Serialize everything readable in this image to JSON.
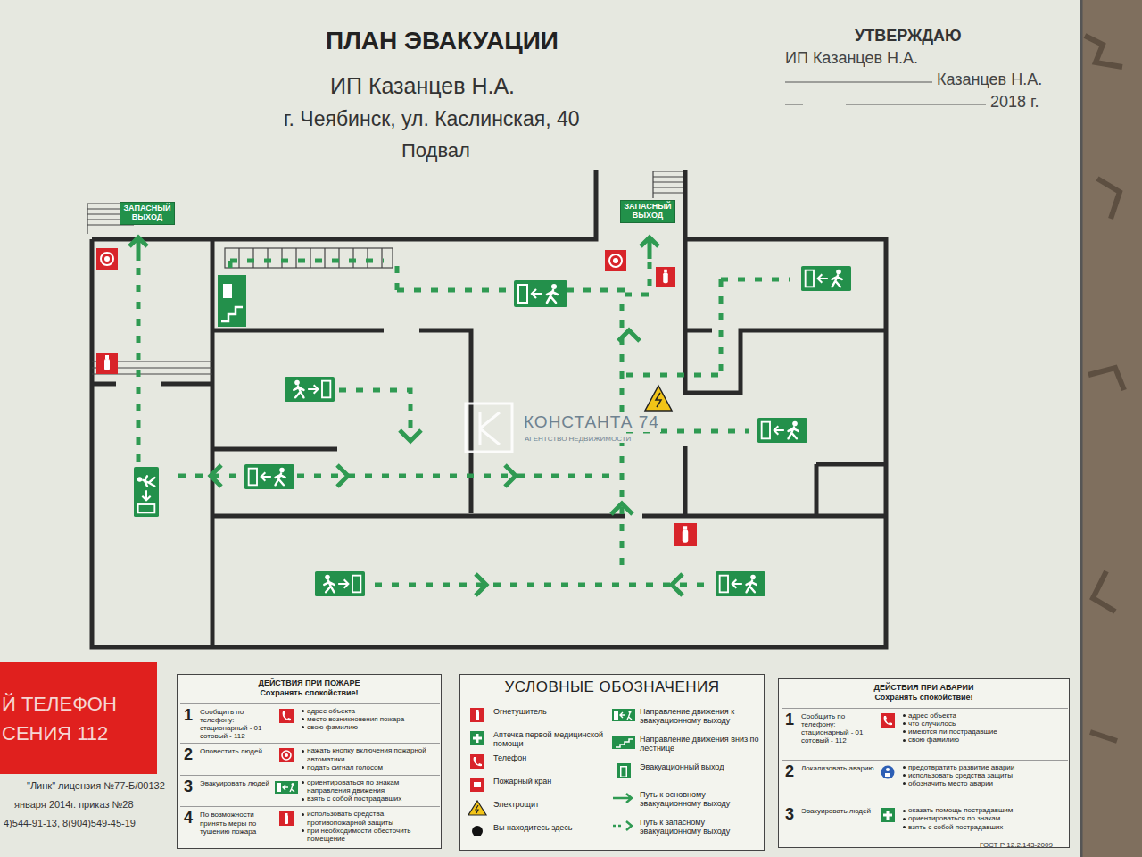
{
  "diagram": {
    "title": "ПЛАН ЭВАКУАЦИИ",
    "nodes": [
      {
        "text": [
          "ЗАПАСНЫЙ ВЫХОД"
        ]
      },
      {
        "text": [
          "ЗАПАСНЫЙ ВЫХОД"
        ]
      },
      {
        "text": [
          "ДЕЙСТВИЯ ПРИ ПОЖАРЕ",
          "Сохранять спокойствие!"
        ]
      },
      {
        "text": [
          "1",
          "Сообщить по телефону: стационарный - 01 сотовый - 112",
          "адрес объекта",
          "место возникновения пожара",
          "свою фамилию"
        ],
        "in": 2
      },
      {
        "text": [
          "2",
          "Оповестить людей",
          "нажать кнопку включения пожарной автоматики",
          "подать сигнал голосом"
        ],
        "in": 2
      },
      {
        "text": [
          "3",
          "Эвакуировать людей",
          "ориентироваться по знакам направления движения",
          "взять с собой пострадавших"
        ],
        "in": 2
      },
      {
        "text": [
          "4",
          "По возможности принять меры по тушению пожара",
          "использовать средства противопожарной защиты",
          "при необходимости обесточить помещение"
        ],
        "in": 2
      },
      {
        "text": [
          "УСЛОВНЫЕ ОБОЗНАЧЕНИЯ"
        ]
      },
      {
        "text": [
          "ДЕЙСТВИЯ ПРИ АВАРИИ",
          "Сохранять спокойствие!"
        ]
      },
      {
        "text": [
          "1",
          "Сообщить по телефону: стационарный - 01 сотовый - 112",
          "адрес объекта",
          "что случилось",
          "имеются ли пострадавшие",
          "свою фамилию"
        ],
        "in": 8
      },
      {
        "text": [
          "2",
          "Локализовать аварию",
          "предотвратить развитие аварии",
          "использовать средства защиты",
          "обозначить место аварии"
        ],
        "in": 8
      },
      {
        "text": [
          "3",
          "Эвакуировать людей",
          "оказать помощь пострадавшим",
          "ориентироваться по знакам",
          "взять с собой пострадавших"
        ],
        "in": 8
      },
      {
        "text": [
          "Й ТЕЛЕФОН",
          "СЕНИЯ 112"
        ]
      }
    ],
    "labels": [
      "ИП Казанцев Н.А.",
      "г. Чеябинск, ул. Каслинская, 40",
      "Подвал",
      "УТВЕРЖДАЮ",
      "ИП Казанцев Н.А.",
      "Казанцев Н.А.",
      "2018 г.",
      "КОНСТАНТА 74",
      "АГЕНТСТВО НЕДВИЖИМОСТИ",
      "\"Линк\" лицензия №77-Б/00132",
      "января 2014г. приказ №28",
      "4)544-91-13, 8(904)549-45-19",
      "ГОСТ Р 12.2.143-2009"
    ],
    "legend": [
      {
        "text": "Огнетушитель"
      },
      {
        "text": "Аптечка первой медицинской помощи"
      },
      {
        "text": "Телефон"
      },
      {
        "text": "Пожарный кран"
      },
      {
        "text": "Электрощит"
      },
      {
        "text": "Вы находитесь здесь"
      },
      {
        "text": "Направление движения к эвакуационному выходу"
      },
      {
        "text": "Направление движения вниз по лестнице"
      },
      {
        "text": "Эвакуационный выход"
      },
      {
        "text": "Путь к основному эвакуационному выходу"
      },
      {
        "text": "Путь к запасному эвакуационному выходу"
      }
    ]
  }
}
